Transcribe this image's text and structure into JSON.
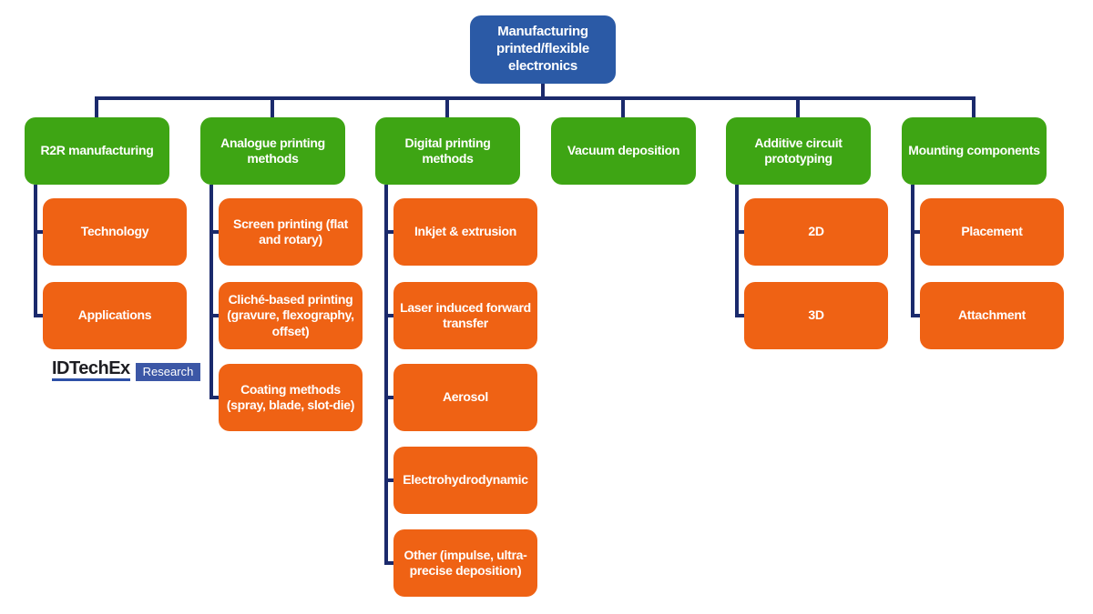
{
  "diagram": {
    "root": "Manufacturing printed/flexible electronics",
    "columns": [
      {
        "label": "R2R manufacturing",
        "children": [
          "Technology",
          "Applications"
        ]
      },
      {
        "label": "Analogue printing methods",
        "children": [
          "Screen printing (flat and rotary)",
          "Cliché-based printing (gravure, flexography, offset)",
          "Coating methods (spray, blade, slot-die)"
        ]
      },
      {
        "label": "Digital printing methods",
        "children": [
          "Inkjet & extrusion",
          "Laser induced forward transfer",
          "Aerosol",
          "Electrohydrodynamic",
          "Other (impulse, ultra-precise deposition)"
        ]
      },
      {
        "label": "Vacuum deposition",
        "children": []
      },
      {
        "label": "Additive circuit prototyping",
        "children": [
          "2D",
          "3D"
        ]
      },
      {
        "label": "Mounting components",
        "children": [
          "Placement",
          "Attachment"
        ]
      }
    ]
  },
  "logo": {
    "brand": "IDTechEx",
    "badge": "Research"
  },
  "colors": {
    "root_blue": "#2B5AA6",
    "category_green": "#3EA514",
    "leaf_orange": "#EF6214",
    "connector_navy": "#1B2A6C",
    "logo_blue": "#3C57A6"
  }
}
